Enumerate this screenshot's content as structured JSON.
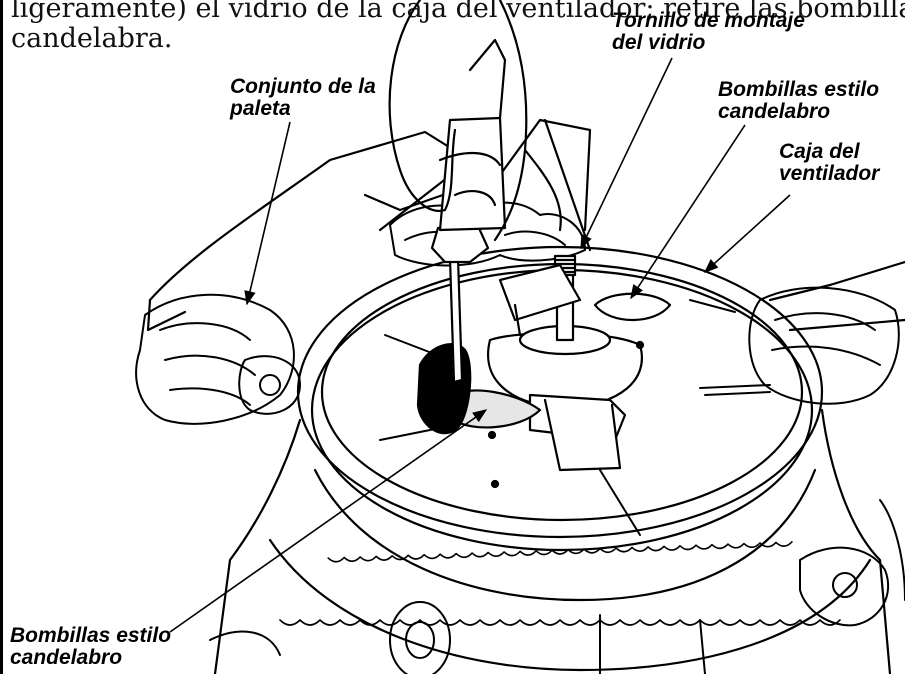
{
  "caption": {
    "line1": "ligeramente) el vidrio de la caja del ventilador; retire las bombillas estilo",
    "line2": "candelabra."
  },
  "callouts": {
    "glass_screw": {
      "line1": "Tornillo de montaje",
      "line2": "del vidrio"
    },
    "blade_assembly": {
      "line1": "Conjunto de la",
      "line2": "paleta"
    },
    "bulbs_top": {
      "line1": "Bombillas estilo",
      "line2": "candelabro"
    },
    "fan_housing": {
      "line1": "Caja del",
      "line2": "ventilador"
    },
    "bulbs_bottom": {
      "line1": "Bombillas estilo",
      "line2": "candelabro"
    }
  }
}
